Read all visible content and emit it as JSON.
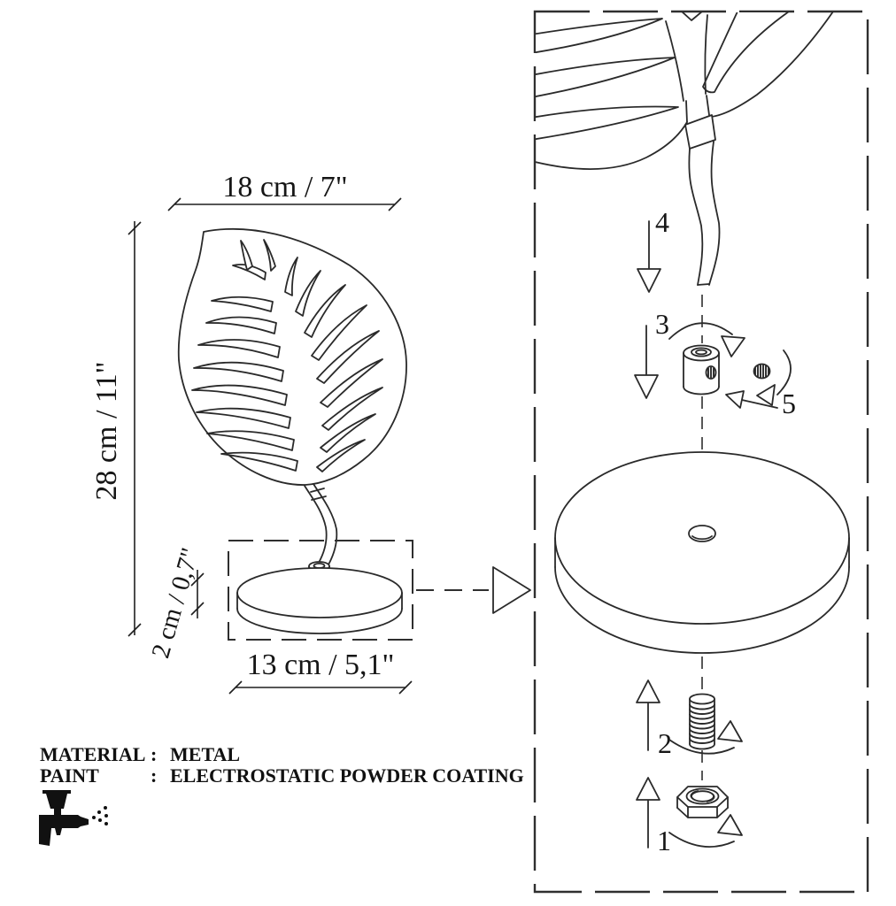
{
  "drawing": {
    "dimensions": {
      "width": "18 cm / 7\"",
      "height": "28 cm / 11\"",
      "base_height": "2 cm / 0,7\"",
      "base_diameter": "13 cm / 5,1\""
    },
    "specs": {
      "material_label": "MATERIAL",
      "material_colon": ":",
      "material_value": "METAL",
      "paint_label": "PAINT",
      "paint_colon": ":",
      "paint_value": "ELECTROSTATIC POWDER COATING"
    },
    "parts": [
      "1",
      "2",
      "3",
      "4",
      "5"
    ],
    "icons": {
      "spray_gun": "spray-gun-icon",
      "detail_arrow": "detail-arrow-icon"
    },
    "colors": {
      "line": "#2a2a2a",
      "text": "#161616",
      "background": "#ffffff"
    }
  }
}
